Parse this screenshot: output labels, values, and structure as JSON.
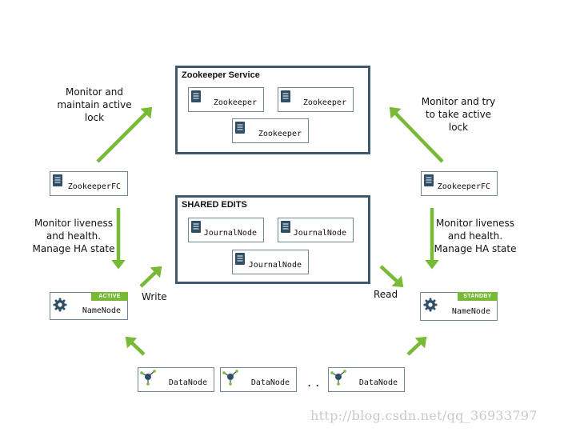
{
  "zookeeper_service": {
    "title": "Zookeeper Service",
    "nodes": [
      "Zookeeper",
      "Zookeeper",
      "Zookeeper"
    ]
  },
  "shared_edits": {
    "title": "SHARED EDITS",
    "nodes": [
      "JournalNode",
      "JournalNode",
      "JournalNode"
    ]
  },
  "left": {
    "zkfc_label": "ZookeeperFC",
    "namenode_label": "NameNode",
    "badge": "ACTIVE",
    "monitor_lock_note": "Monitor and maintain active lock",
    "monitor_health_note": "Monitor liveness and health. Manage HA state",
    "write_label": "Write"
  },
  "right": {
    "zkfc_label": "ZookeeperFC",
    "namenode_label": "NameNode",
    "badge": "STANDBY",
    "monitor_lock_note": "Monitor and try to take active lock",
    "monitor_health_note": "Monitor liveness and health. Manage HA state",
    "read_label": "Read"
  },
  "datanodes": [
    "DataNode",
    "DataNode",
    "DataNode"
  ],
  "ellipsis": ". .",
  "watermark": "http://blog.csdn.net/qq_36933797",
  "colors": {
    "arrow": "#78b935",
    "border": "#3d5a6e",
    "icon": "#2f4f66"
  },
  "icons": {
    "zookeeper": "document-icon",
    "journalnode": "document-icon",
    "zkfc": "document-icon",
    "namenode": "gear-icon",
    "datanode": "network-node-icon"
  }
}
